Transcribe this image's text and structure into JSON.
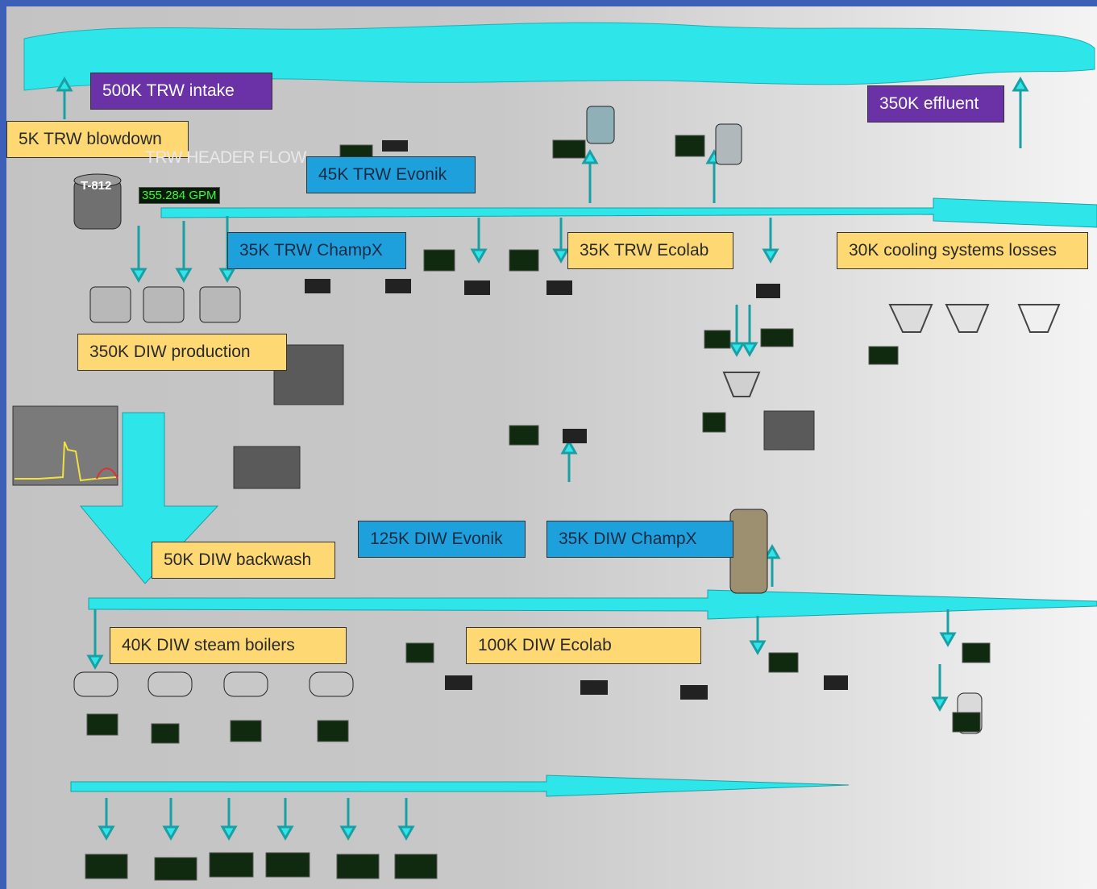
{
  "labels": {
    "trw_intake": "500K TRW intake",
    "trw_blowdown": "5K TRW blowdown",
    "trw_evonik": "45K TRW Evonik",
    "effluent": "350K effluent",
    "trw_champx": "35K TRW ChampX",
    "trw_ecolab": "35K TRW Ecolab",
    "cooling_losses": "30K cooling systems losses",
    "diw_production": "350K DIW production",
    "diw_backwash": "50K DIW backwash",
    "diw_evonik": "125K DIW Evonik",
    "diw_champx": "35K DIW ChampX",
    "diw_steam_boilers": "40K DIW steam boilers",
    "diw_ecolab": "100K DIW Ecolab"
  },
  "header_flow": {
    "title": "TRW HEADER FLOW",
    "value": "355.284 GPM"
  },
  "tank_name": "T-812",
  "colors": {
    "pipe": "#2ee6ea",
    "purple": "#6a32a6",
    "yellow": "#fdd873",
    "blue": "#1ea0dc",
    "frame": "#3d5fb8"
  }
}
